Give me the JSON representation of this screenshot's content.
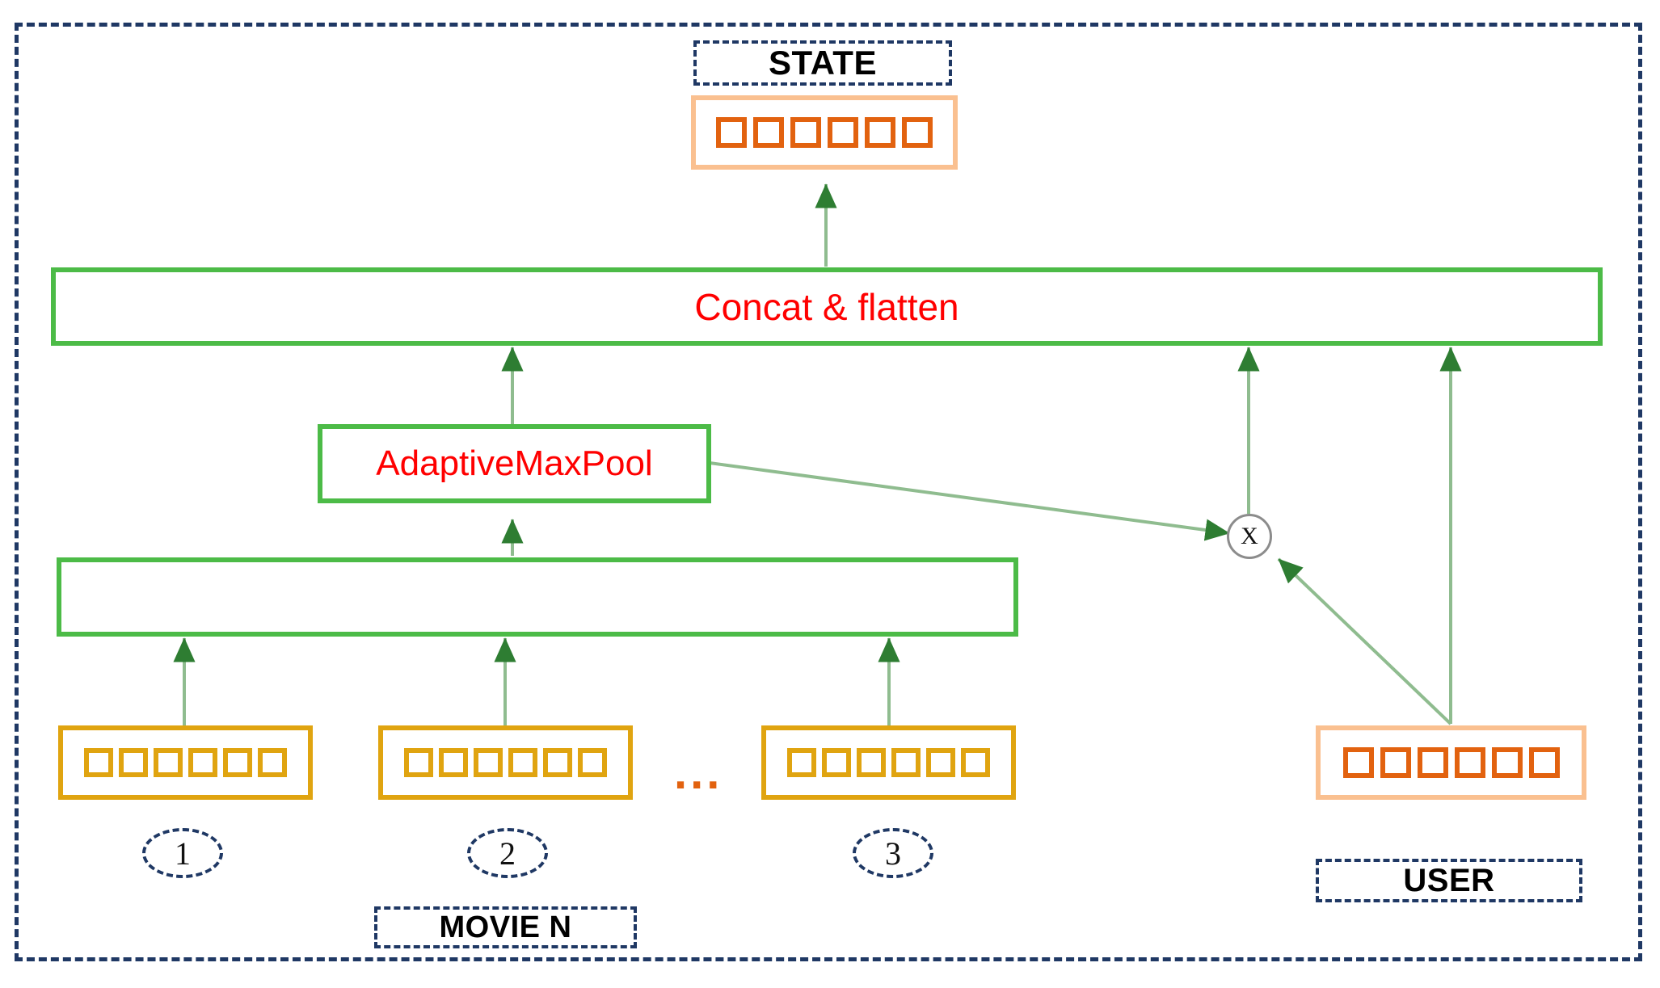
{
  "diagram": {
    "title_labels": {
      "state": "STATE",
      "user": "USER",
      "movie_n": "MOVIE N"
    },
    "ops": {
      "concat_flatten": "Concat & flatten",
      "adaptive_max_pool": "AdaptiveMaxPool",
      "middle_bar": "",
      "multiply": "X"
    },
    "movie_indices": [
      "1",
      "2",
      "3"
    ],
    "ellipsis": "...",
    "embeddings": {
      "state_cells": 6,
      "user_cells": 6,
      "movie_cells": 6
    },
    "colors": {
      "frame_navy": "#1f3864",
      "green": "#4cbb47",
      "green_wire": "#8fbc8f",
      "arrow_green": "#2e7d32",
      "red_text": "#ff0000",
      "orange_cell": "#e2620f",
      "orange_border": "#fac090",
      "gold": "#e0a410",
      "node_gray": "#8c8c8c"
    }
  }
}
